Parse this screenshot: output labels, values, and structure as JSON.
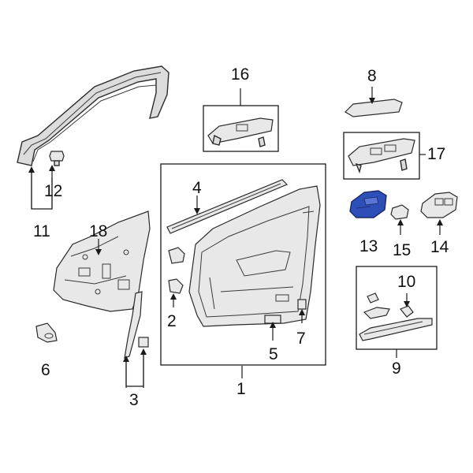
{
  "callouts": {
    "c1": "1",
    "c2": "2",
    "c3": "3",
    "c4": "4",
    "c5": "5",
    "c6": "6",
    "c7": "7",
    "c8": "8",
    "c9": "9",
    "c10": "10",
    "c11": "11",
    "c12": "12",
    "c13": "13",
    "c14": "14",
    "c15": "15",
    "c16": "16",
    "c17": "17",
    "c18": "18"
  },
  "colors": {
    "highlight_fill": "#2e4fb8",
    "highlight_stroke": "#1a2a66",
    "part_fill": "#dcdcdc",
    "line": "#1a1a1a"
  },
  "highlighted_part": "13"
}
